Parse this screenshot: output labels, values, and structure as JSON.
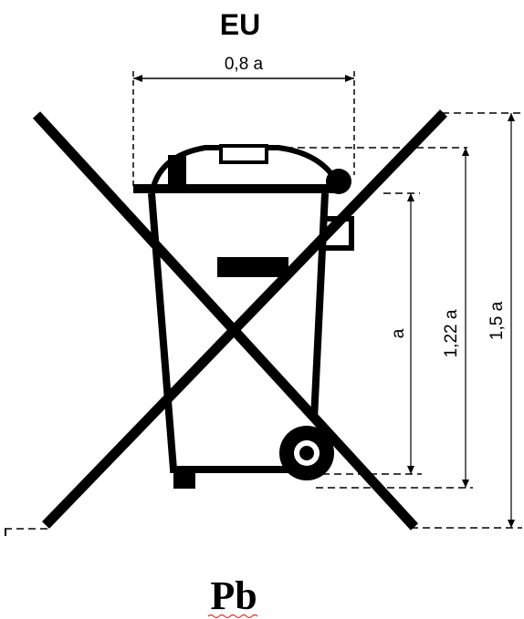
{
  "title": "EU",
  "footer_label": "Pb",
  "dimensions": {
    "lid_width": "0,8 a",
    "bin_height": "a",
    "body_height": "1,22 a",
    "total_height": "1,5 a"
  },
  "symbol": {
    "name": "crossed-out-wheelie-bin-icon",
    "stroke_color": "#000000",
    "dimension_line_color": "#000000",
    "background": "#ffffff"
  }
}
